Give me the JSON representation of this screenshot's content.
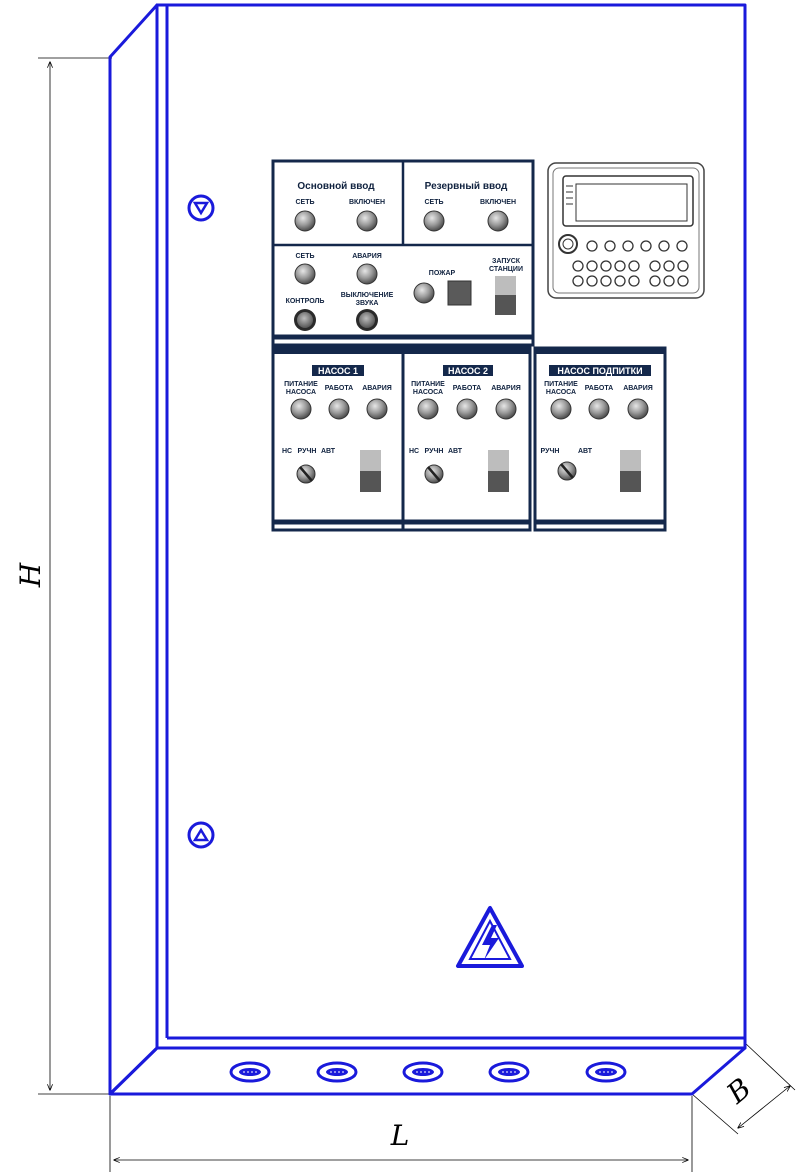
{
  "colors": {
    "outline": "#1a1adb",
    "panel_fill": "#ffffff",
    "panel_border": "#14284b",
    "lamp": "#8a8a8a",
    "switch_dark": "#555555",
    "switch_light": "#bdbdbd"
  },
  "dimensions": {
    "height_label": "H",
    "length_label": "L",
    "depth_label": "B"
  },
  "panel_top": {
    "main_input": {
      "title": "Основной ввод",
      "lamp1": "СЕТЬ",
      "lamp2": "ВКЛЮЧЕН"
    },
    "reserve_input": {
      "title": "Резервный ввод",
      "lamp1": "СЕТЬ",
      "lamp2": "ВКЛЮЧЕН"
    },
    "alarm": {
      "net": "СЕТЬ",
      "alarm": "АВАРИЯ",
      "control": "КОНТРОЛЬ",
      "mute_1": "ВЫКЛЮЧЕНИЕ",
      "mute_2": "ЗВУКА",
      "fire": "ПОЖАР",
      "start_1": "ЗАПУСК",
      "start_2": "СТАНЦИИ"
    }
  },
  "pumps": [
    {
      "title": "НАСОС 1",
      "lamp1_a": "ПИТАНИЕ",
      "lamp1_b": "НАСОСА",
      "lamp2": "РАБОТА",
      "lamp3": "АВАРИЯ",
      "pos1": "НС",
      "pos2": "РУЧН",
      "pos3": "АВТ"
    },
    {
      "title": "НАСОС 2",
      "lamp1_a": "ПИТАНИЕ",
      "lamp1_b": "НАСОСА",
      "lamp2": "РАБОТА",
      "lamp3": "АВАРИЯ",
      "pos1": "НС",
      "pos2": "РУЧН",
      "pos3": "АВТ"
    },
    {
      "title": "НАСОС ПОДПИТКИ",
      "lamp1_a": "ПИТАНИЕ",
      "lamp1_b": "НАСОСА",
      "lamp2": "РАБОТА",
      "lamp3": "АВАРИЯ",
      "pos2": "РУЧН",
      "pos3": "АВТ"
    }
  ]
}
